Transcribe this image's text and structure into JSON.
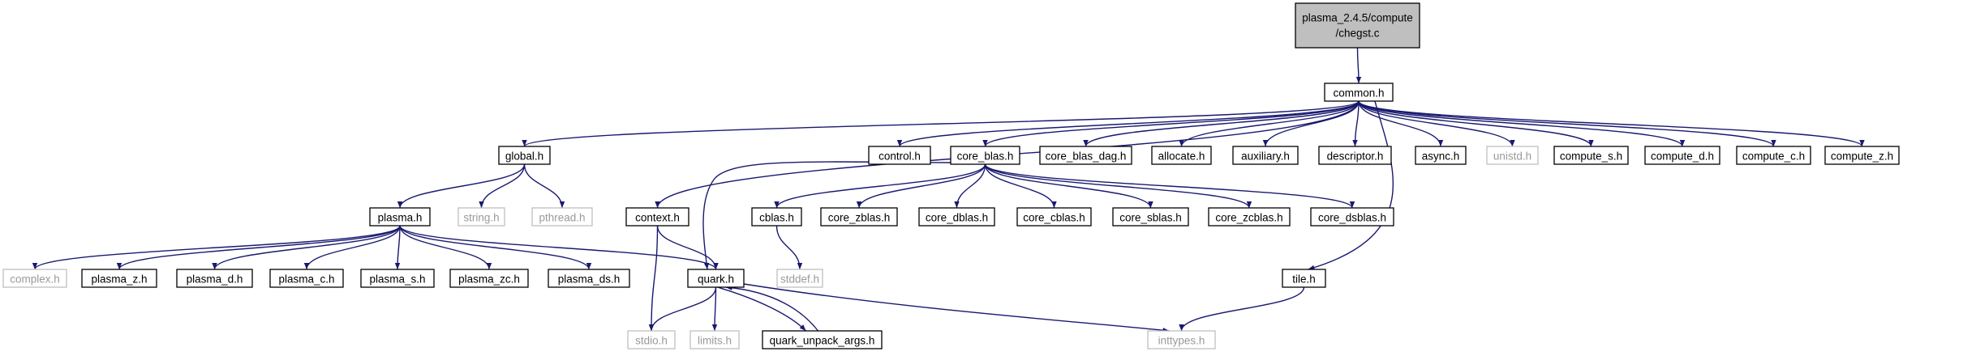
{
  "diagram": {
    "title_lines": [
      "plasma_2.4.5/compute",
      "/chegst.c"
    ],
    "nodes": {
      "root": "plasma_2.4.5/compute/chegst.c",
      "common": "common.h",
      "global": "global.h",
      "control": "control.h",
      "core_blas": "core_blas.h",
      "core_blas_dag": "core_blas_dag.h",
      "allocate": "allocate.h",
      "auxiliary": "auxiliary.h",
      "descriptor": "descriptor.h",
      "async": "async.h",
      "unistd": "unistd.h",
      "compute_s": "compute_s.h",
      "compute_d": "compute_d.h",
      "compute_c": "compute_c.h",
      "compute_z": "compute_z.h",
      "plasma": "plasma.h",
      "string": "string.h",
      "pthread": "pthread.h",
      "context": "context.h",
      "cblas": "cblas.h",
      "core_zblas": "core_zblas.h",
      "core_dblas": "core_dblas.h",
      "core_cblas": "core_cblas.h",
      "core_sblas": "core_sblas.h",
      "core_zcblas": "core_zcblas.h",
      "core_dsblas": "core_dsblas.h",
      "complex": "complex.h",
      "plasma_z": "plasma_z.h",
      "plasma_d": "plasma_d.h",
      "plasma_c": "plasma_c.h",
      "plasma_s": "plasma_s.h",
      "plasma_zc": "plasma_zc.h",
      "plasma_ds": "plasma_ds.h",
      "quark": "quark.h",
      "stddef": "stddef.h",
      "tile": "tile.h",
      "stdio": "stdio.h",
      "limits": "limits.h",
      "quark_unpack_args": "quark_unpack_args.h",
      "inttypes": "inttypes.h"
    },
    "missing_headers": [
      "unistd",
      "string",
      "pthread",
      "complex",
      "stddef",
      "stdio",
      "limits",
      "inttypes"
    ],
    "edges": [
      [
        "root",
        "common"
      ],
      [
        "common",
        "global"
      ],
      [
        "common",
        "control"
      ],
      [
        "common",
        "core_blas"
      ],
      [
        "common",
        "core_blas_dag"
      ],
      [
        "common",
        "allocate"
      ],
      [
        "common",
        "auxiliary"
      ],
      [
        "common",
        "descriptor"
      ],
      [
        "common",
        "async"
      ],
      [
        "common",
        "unistd"
      ],
      [
        "common",
        "compute_s"
      ],
      [
        "common",
        "compute_d"
      ],
      [
        "common",
        "compute_c"
      ],
      [
        "common",
        "compute_z"
      ],
      [
        "common",
        "context"
      ],
      [
        "common",
        "tile"
      ],
      [
        "global",
        "plasma"
      ],
      [
        "global",
        "string"
      ],
      [
        "global",
        "pthread"
      ],
      [
        "plasma",
        "complex"
      ],
      [
        "plasma",
        "plasma_z"
      ],
      [
        "plasma",
        "plasma_d"
      ],
      [
        "plasma",
        "plasma_c"
      ],
      [
        "plasma",
        "plasma_s"
      ],
      [
        "plasma",
        "plasma_zc"
      ],
      [
        "plasma",
        "plasma_ds"
      ],
      [
        "plasma",
        "quark"
      ],
      [
        "context",
        "quark"
      ],
      [
        "context",
        "stdio"
      ],
      [
        "core_blas",
        "cblas"
      ],
      [
        "core_blas",
        "core_zblas"
      ],
      [
        "core_blas",
        "core_dblas"
      ],
      [
        "core_blas",
        "core_cblas"
      ],
      [
        "core_blas",
        "core_sblas"
      ],
      [
        "core_blas",
        "core_zcblas"
      ],
      [
        "core_blas",
        "core_dsblas"
      ],
      [
        "core_blas",
        "quark"
      ],
      [
        "cblas",
        "stddef"
      ],
      [
        "quark",
        "stdio"
      ],
      [
        "quark",
        "limits"
      ],
      [
        "quark",
        "quark_unpack_args"
      ],
      [
        "quark",
        "inttypes"
      ],
      [
        "quark_unpack_args",
        "quark"
      ],
      [
        "tile",
        "inttypes"
      ]
    ],
    "colors": {
      "edge": "#191970",
      "node_border": "#000000",
      "missing_border": "#bfbfbf",
      "missing_text": "#9a9a9a",
      "root_fill": "#bfbfbf",
      "node_fill": "#ffffff"
    }
  }
}
